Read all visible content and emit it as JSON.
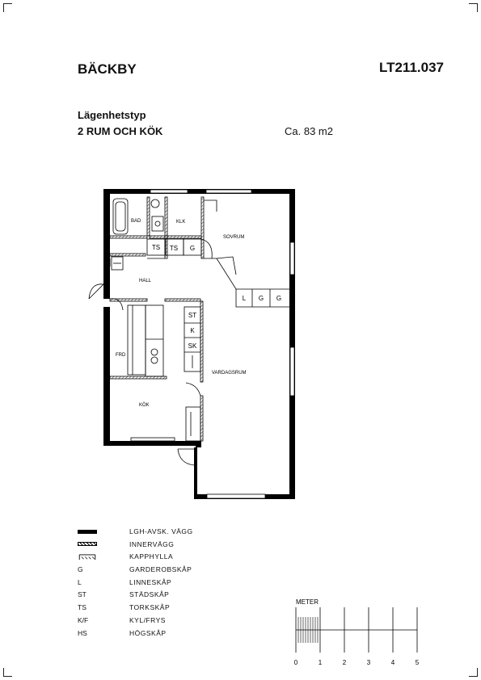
{
  "header": {
    "area_name": "BÄCKBY",
    "drawing_id": "LT211.037",
    "apartment_type_label": "Lägenhetstyp",
    "apartment_rooms": "2 RUM OCH KÖK",
    "apartment_area": "Ca. 83 m2"
  },
  "plan": {
    "rooms": {
      "bathroom": "BAD",
      "wc": "KLK",
      "bedroom": "SOVRUM",
      "hall": "HALL",
      "pantry": "FRD",
      "kitchen": "KÖK",
      "living": "VARDAGSRUM"
    },
    "cabinets": {
      "ts_bath": "TS",
      "ts_closet": "TS",
      "g_closet": "G",
      "linen": "L",
      "wardrobe_1": "G",
      "wardrobe_2": "G",
      "cleaning": "ST",
      "k": "K",
      "sk": "SK"
    }
  },
  "legend": {
    "items": [
      {
        "symbol": "",
        "label": "LGH-AVSK. VÄGG"
      },
      {
        "symbol": "",
        "label": "INNERVÄGG"
      },
      {
        "symbol": "",
        "label": "KAPPHYLLA"
      },
      {
        "symbol": "G",
        "label": "GARDEROBSKÅP"
      },
      {
        "symbol": "L",
        "label": "LINNESKÅP"
      },
      {
        "symbol": "ST",
        "label": "STÄDSKÅP"
      },
      {
        "symbol": "TS",
        "label": "TORKSKÅP"
      },
      {
        "symbol": "K/F",
        "label": "KYL/FRYS"
      },
      {
        "symbol": "HS",
        "label": "HÖGSKÅP"
      }
    ]
  },
  "scale": {
    "title": "METER",
    "ticks": [
      "0",
      "1",
      "2",
      "3",
      "4",
      "5"
    ]
  }
}
